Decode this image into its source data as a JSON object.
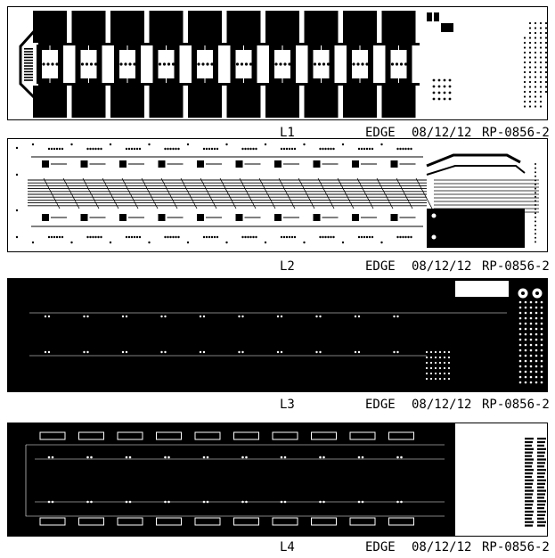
{
  "sheets": [
    {
      "layer": "L1",
      "side": "EDGE",
      "date": "08/12/12",
      "part": "RP-0856-2"
    },
    {
      "layer": "L2",
      "side": "EDGE",
      "date": "08/12/12",
      "part": "RP-0856-2"
    },
    {
      "layer": "L3",
      "side": "EDGE",
      "date": "08/12/12",
      "part": "RP-0856-2"
    },
    {
      "layer": "L4",
      "side": "EDGE",
      "date": "08/12/12",
      "part": "RP-0856-2"
    }
  ],
  "colors": {
    "copper": "#000000",
    "substrate": "#ffffff"
  }
}
